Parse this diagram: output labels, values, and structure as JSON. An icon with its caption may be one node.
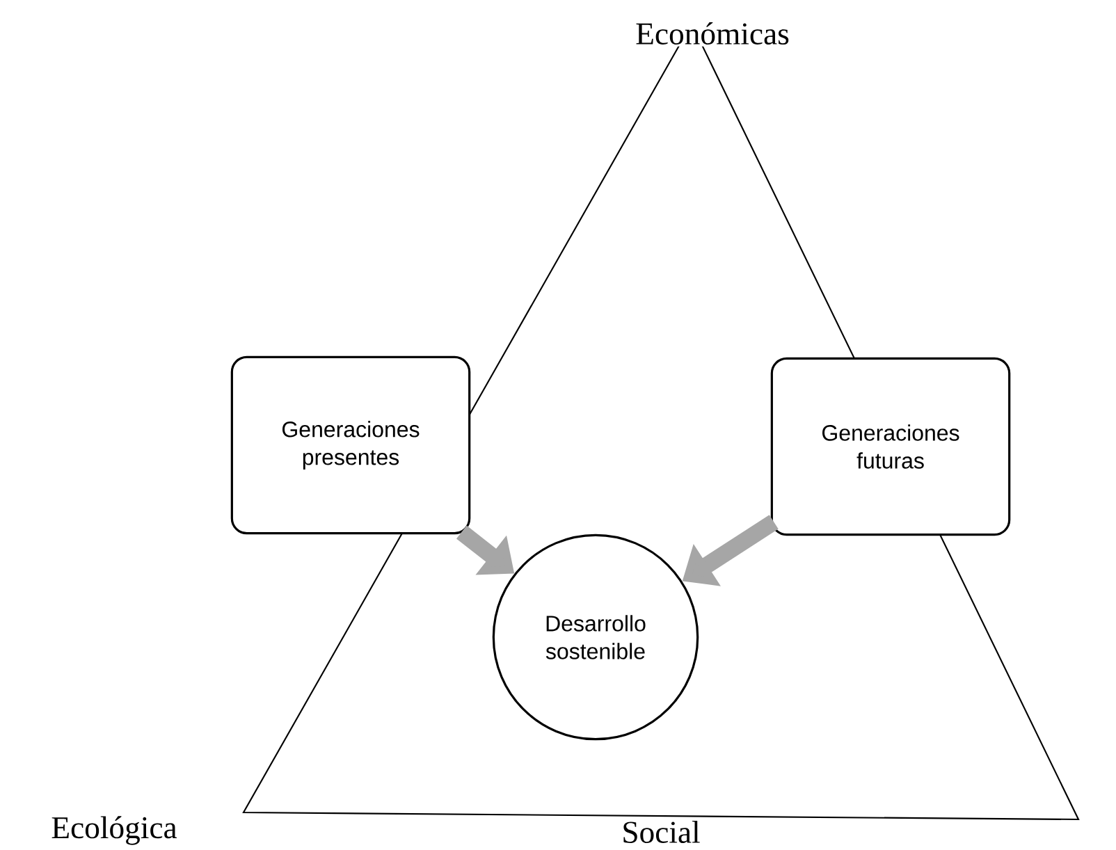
{
  "diagram": {
    "nodes": [
      {
        "text": [
          "Generaciones presentes"
        ]
      },
      {
        "text": [
          "Generaciones futuras"
        ]
      },
      {
        "text": [
          "Desarrollo sostenible"
        ]
      }
    ],
    "edges": [
      {
        "from": 0,
        "to": 2,
        "arrow": "to"
      },
      {
        "from": 1,
        "to": 2,
        "arrow": "to"
      }
    ],
    "labels": [
      "Económicas",
      "Ecológica",
      "Social"
    ]
  }
}
